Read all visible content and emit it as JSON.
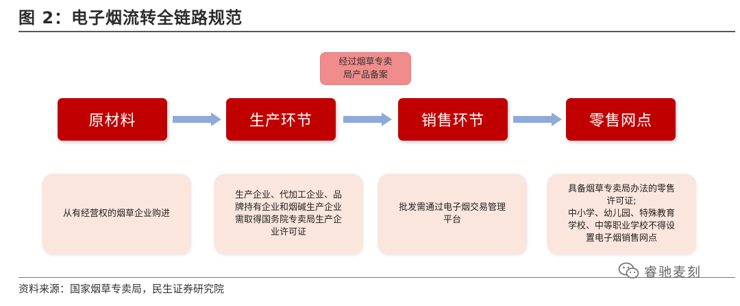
{
  "title": "图 2：电子烟流转全链路规范",
  "note": "经过烟草专卖\n局产品备案",
  "stages": [
    "原材料",
    "生产环节",
    "销售环节",
    "零售网点"
  ],
  "descriptions": [
    "从有经营权的烟草企业购进",
    "生产企业、代加工企业、品\n牌持有企业和烟碱生产企业\n需取得国务院专卖局生产企\n业许可证",
    "批发需通过电子烟交易管理\n平台",
    "具备烟草专卖局办法的零售\n许可证;\n中小学、幼儿园、特殊教育\n学校、中等职业学校不得设\n置电子烟销售网点"
  ],
  "source": "资料来源：国家烟草专卖局，民生证券研究院",
  "watermark": "睿驰麦刻",
  "colors": {
    "stage_fill": "#c00000",
    "note_fill": "#f08c8c",
    "desc_fill": "#fbe6dd",
    "arrow": "#8eaadb"
  }
}
